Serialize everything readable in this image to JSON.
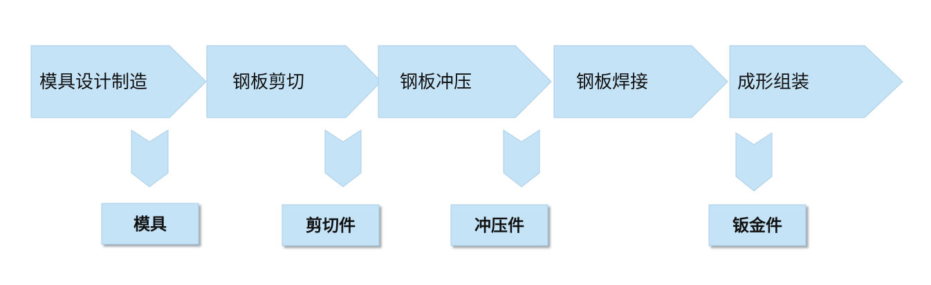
{
  "colors": {
    "fill": "#c5e3f7",
    "stroke": "#a9cde6",
    "shadow": "#9aa3ab",
    "text": "#111111"
  },
  "stages": [
    {
      "label": "模具设计制造"
    },
    {
      "label": "钢板剪切"
    },
    {
      "label": "钢板冲压"
    },
    {
      "label": "钢板焊接"
    },
    {
      "label": "成形组装"
    }
  ],
  "outputs": [
    {
      "label": "模具"
    },
    {
      "label": "剪切件"
    },
    {
      "label": "冲压件"
    },
    {
      "label": "钣金件"
    }
  ]
}
